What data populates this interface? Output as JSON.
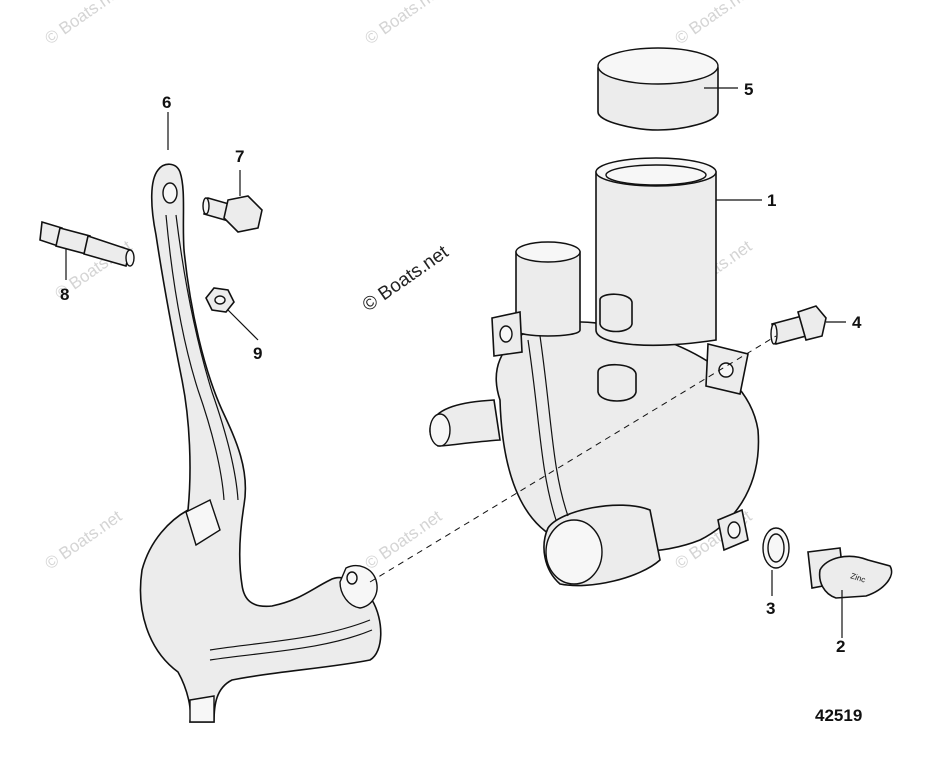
{
  "callouts": [
    {
      "id": "1",
      "label": "1"
    },
    {
      "id": "2",
      "label": "2"
    },
    {
      "id": "3",
      "label": "3"
    },
    {
      "id": "4",
      "label": "4"
    },
    {
      "id": "5",
      "label": "5"
    },
    {
      "id": "6",
      "label": "6"
    },
    {
      "id": "7",
      "label": "7"
    },
    {
      "id": "8",
      "label": "8"
    },
    {
      "id": "9",
      "label": "9"
    }
  ],
  "diagram_number": "42519",
  "watermark": {
    "main_text": "© Boats.net",
    "tile_text": "© Boats.net"
  },
  "drain_plug_marking": "Zinc"
}
